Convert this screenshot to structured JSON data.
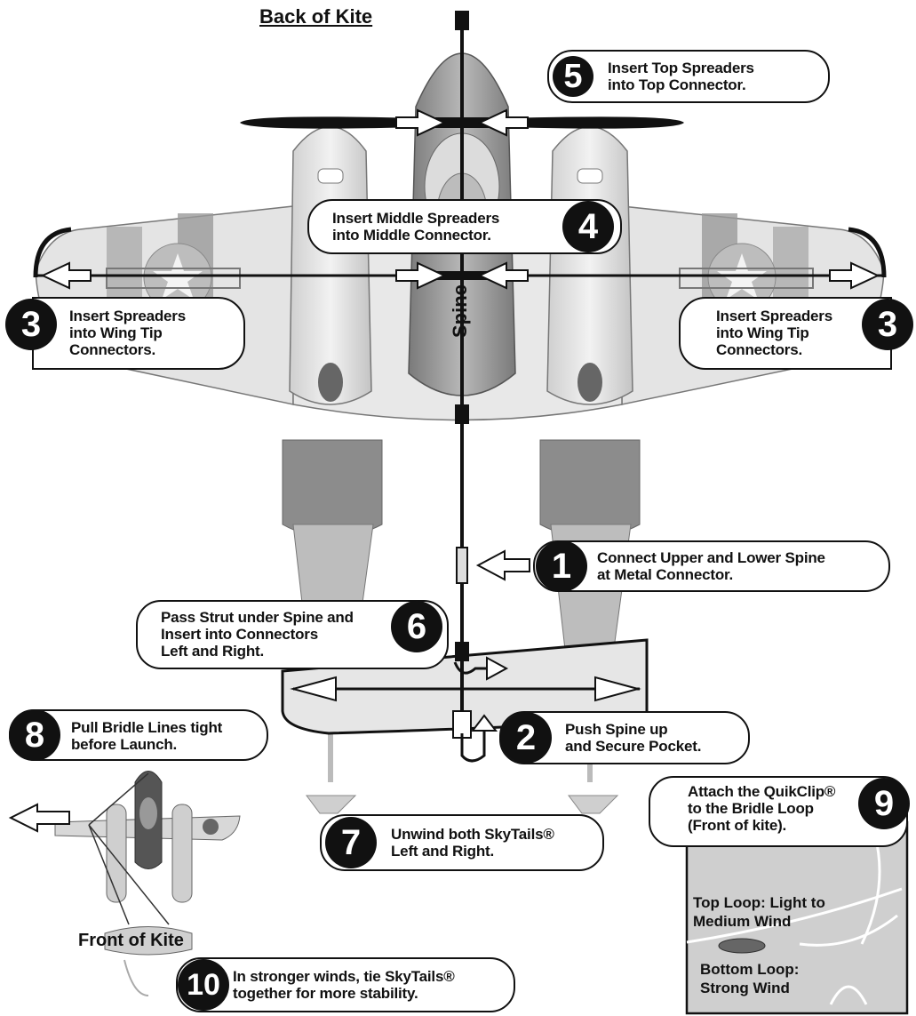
{
  "header": {
    "title": "Back of Kite"
  },
  "spine_label": "Spine",
  "front_label": "Front of Kite",
  "steps": [
    {
      "num": "1",
      "text": "Connect Upper and Lower Spine\nat Metal Connector."
    },
    {
      "num": "2",
      "text": "Push Spine up\nand Secure Pocket."
    },
    {
      "num": "3",
      "text": "Insert Spreaders\ninto Wing Tip\nConnectors."
    },
    {
      "num": "3",
      "text": "Insert Spreaders\ninto Wing Tip\nConnectors."
    },
    {
      "num": "4",
      "text": "Insert Middle Spreaders\ninto Middle Connector."
    },
    {
      "num": "5",
      "text": "Insert Top Spreaders\ninto Top Connector."
    },
    {
      "num": "6",
      "text": "Pass Strut under Spine and\nInsert into Connectors\nLeft and Right."
    },
    {
      "num": "7",
      "text": "Unwind both SkyTails®\nLeft and Right."
    },
    {
      "num": "8",
      "text": "Pull Bridle Lines tight\nbefore Launch."
    },
    {
      "num": "9",
      "text": "Attach the QuikClip®\nto the  Bridle Loop\n(Front of kite)."
    },
    {
      "num": "10",
      "text": "In stronger winds, tie SkyTails®\ntogether for more stability."
    }
  ],
  "bridle_panel": {
    "top_loop": "Top Loop: Light to\nMedium Wind",
    "bottom_loop": "Bottom Loop:\nStrong Wind"
  },
  "colors": {
    "ink": "#111111",
    "plane_light": "#d9d9d9",
    "plane_mid": "#9a9a9a",
    "plane_dark": "#6a6a6a",
    "panel_bg": "#cfcfcf"
  }
}
